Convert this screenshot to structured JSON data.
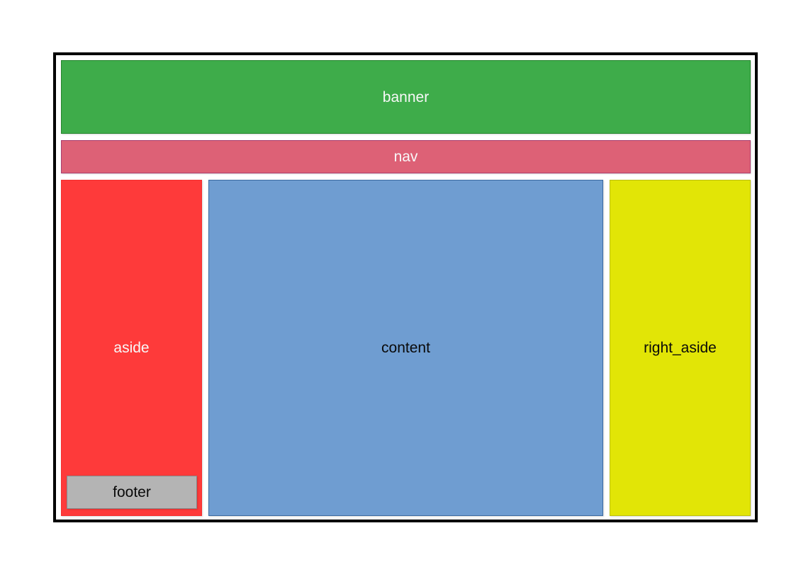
{
  "page": {
    "background": "#ffffff",
    "frame_border": "#000000"
  },
  "regions": {
    "banner": {
      "label": "banner",
      "fill": "#3eac4a",
      "border": "#27862f",
      "text": "#f8f8f8"
    },
    "nav": {
      "label": "nav",
      "fill": "#dd6176",
      "border": "#aa3f6f",
      "text": "#f8f8f8"
    },
    "aside": {
      "label": "aside",
      "fill": "#fe3a3a",
      "border": "#f52f2f",
      "text": "#f8f8f8"
    },
    "content": {
      "label": "content",
      "fill": "#6f9dd1",
      "border": "#3c6aa0",
      "text": "#0a0a0a"
    },
    "right_aside": {
      "label": "right_aside",
      "fill": "#e2e506",
      "border": "#bcbf0e",
      "text": "#0a0a0a"
    },
    "footer": {
      "label": "footer",
      "fill": "#b4b4b4",
      "border": "#878787",
      "text": "#0a0a0a"
    }
  }
}
